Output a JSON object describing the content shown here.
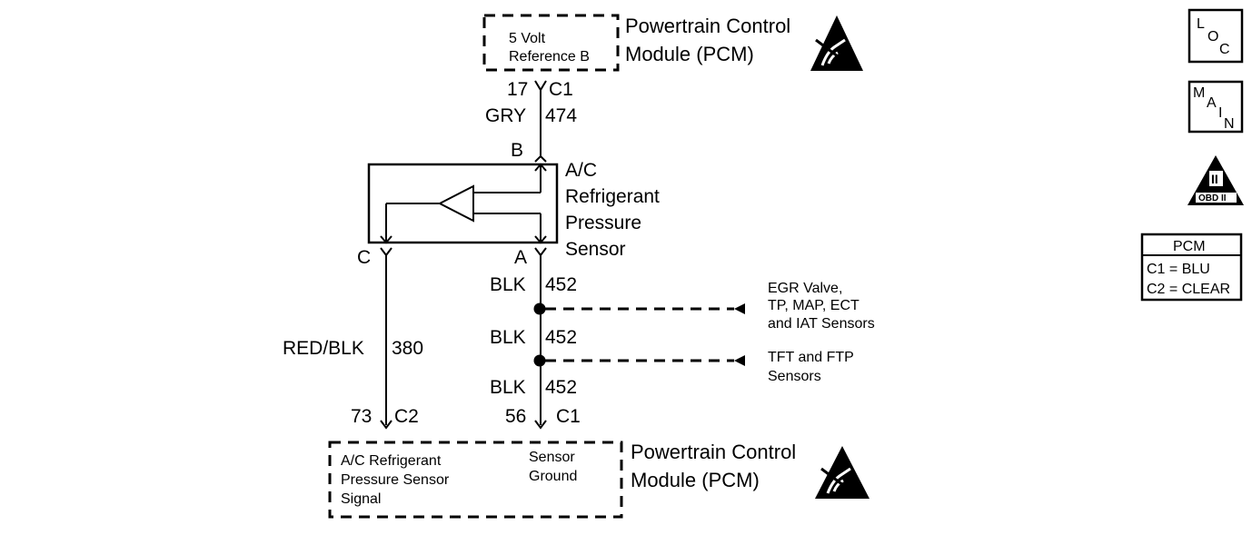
{
  "top_module": {
    "title_line1": "Powertrain Control",
    "title_line2": "Module (PCM)",
    "inner_line1": "5 Volt",
    "inner_line2": "Reference B"
  },
  "top_connector": {
    "pin": "17",
    "conn": "C1"
  },
  "wire_ref": {
    "color": "GRY",
    "circuit": "474"
  },
  "sensor": {
    "line1": "A/C",
    "line2": "Refrigerant",
    "line3": "Pressure",
    "line4": "Sensor",
    "pin_b": "B",
    "pin_a": "A",
    "pin_c": "C"
  },
  "wire_signal": {
    "color": "RED/BLK",
    "circuit": "380"
  },
  "wire_ground": [
    {
      "color": "BLK",
      "circuit": "452"
    },
    {
      "color": "BLK",
      "circuit": "452"
    },
    {
      "color": "BLK",
      "circuit": "452"
    }
  ],
  "splice1_label": {
    "line1": "EGR Valve,",
    "line2": "TP, MAP, ECT",
    "line3": "and IAT Sensors"
  },
  "splice2_label": {
    "line1": "TFT and FTP",
    "line2": "Sensors"
  },
  "bottom_connector_signal": {
    "pin": "73",
    "conn": "C2"
  },
  "bottom_connector_ground": {
    "pin": "56",
    "conn": "C1"
  },
  "bottom_module": {
    "title_line1": "Powertrain Control",
    "title_line2": "Module (PCM)",
    "signal_line1": "A/C Refrigerant",
    "signal_line2": "Pressure Sensor",
    "signal_line3": "Signal",
    "ground_line1": "Sensor",
    "ground_line2": "Ground"
  },
  "legend": {
    "loc": {
      "l1": "L",
      "l2": "O",
      "l3": "C"
    },
    "main": {
      "l1": "M",
      "l2": "A",
      "l3": "I",
      "l4": "N"
    },
    "obd": {
      "numeral": "II",
      "text": "OBD II"
    },
    "pcm_table": {
      "header": "PCM",
      "row1": "C1 = BLU",
      "row2": "C2 = CLEAR"
    }
  }
}
